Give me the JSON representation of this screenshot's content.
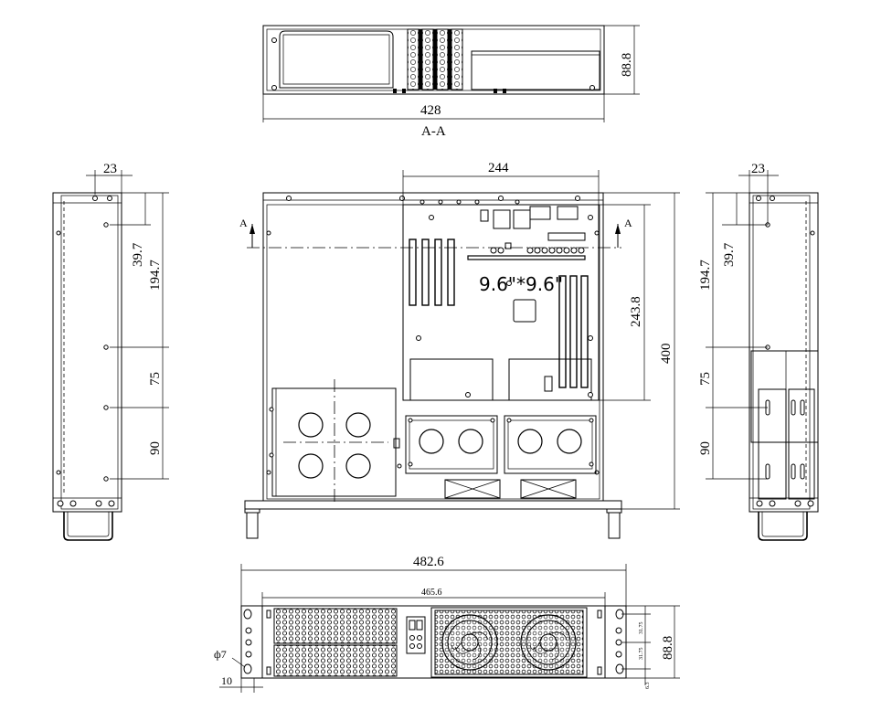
{
  "drawing": {
    "top_view": {
      "width_label": "428",
      "height_label": "88.8",
      "section_label": "A-A"
    },
    "plan_view": {
      "board_width_label": "244",
      "board_depth_label": "243.8",
      "depth_label": "400",
      "board_text": "9.6\"*9.6\"",
      "section_marker_left": "A",
      "section_marker_right": "A"
    },
    "left_side": {
      "offset_label": "23",
      "hole_1_label": "39.7",
      "hole_2_label": "194.7",
      "hole_3_label": "75",
      "hole_4_label": "90"
    },
    "right_side": {
      "offset_label": "23",
      "hole_1_label": "39.7",
      "hole_2_label": "194.7",
      "hole_3_label": "75",
      "hole_4_label": "90"
    },
    "front_view": {
      "overall_width_label": "482.6",
      "inner_width_label": "465.6",
      "height_label": "88.8",
      "hole_dia_label": "ф7",
      "edge_label": "10",
      "small_1": "31.75",
      "small_2": "31.75",
      "small_3": "6.3"
    }
  }
}
